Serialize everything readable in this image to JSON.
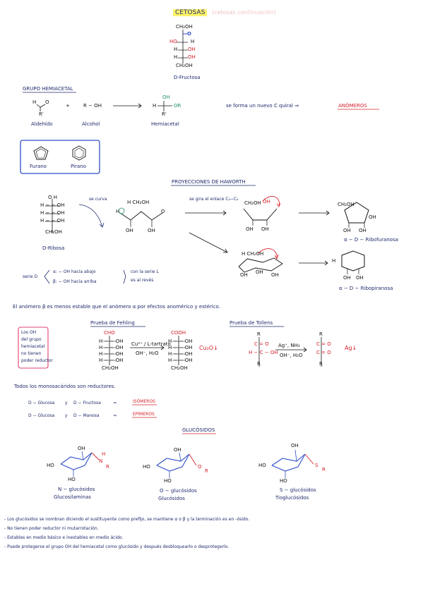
{
  "cetosas": {
    "title": "CETOSAS",
    "faded": "(cetosas continuación)",
    "top": "CH₂OH",
    "c2": "O",
    "r3_left": "HO",
    "r3_right": "H",
    "r4_left": "H",
    "r4_right": "OH",
    "r5_left": "H",
    "r5_right": "OH",
    "bottom": "CH₂OH",
    "name": "D-Fructosa"
  },
  "hemiacetal": {
    "title": "GRUPO HEMIACETAL",
    "aldehyde_h": "H",
    "aldehyde_o": "O",
    "aldehyde_r": "R'",
    "plus": "+",
    "alcohol": "R − OH",
    "product_oh": "OH",
    "product_h": "H",
    "product_or": "OR",
    "product_r": "R'",
    "label_aldehido": "Aldehído",
    "label_alcohol": "Alcohol",
    "label_hemiacetal": "Hemiacetal",
    "note": "se forma un nuevo C quiral ⇒",
    "note_term": "ANÓMEROS"
  },
  "rings": {
    "furano": "Furano",
    "pirano": "Pirano"
  },
  "haworth": {
    "title": "PROYECCIONES DE HAWORTH",
    "ribosa_name": "D-Ribosa",
    "ribosa_rows": [
      "O  H",
      "H − − OH",
      "H − − OH",
      "H − − OH",
      "CH₂OH"
    ],
    "curva_note": "se curva",
    "curved_top": "H  CH₂OH",
    "curved_h": "H",
    "curved_oh": "OH",
    "curved_o": "O",
    "gira_note": "se gira el enlace C₃−C₄",
    "furanosa_name": "α − D − Ribofuranosa",
    "piranosa_name": "α − D − Ribopiranosa",
    "mid1_ch": "CH₂OH",
    "mid2_ch": "H  CH₂OH",
    "ring_oh": "OH",
    "ring_h": "H"
  },
  "serie": {
    "label": "serie D",
    "alpha": "α: − OH hacia abajo",
    "beta": "β: − OH hacia arriba",
    "note1": "con la serie L",
    "note2": "es al revés"
  },
  "anomero_note": "El anómero β es menos estable que el anómero α por efectos anomérico y estérico.",
  "fehling": {
    "box_lines": [
      "Los OH",
      "del grupo",
      "hemiacetal",
      "no tienen",
      "poder reductor"
    ],
    "title": "Prueba de Fehling",
    "left_top": "CHO",
    "left_rows": [
      "H − − OH",
      "H − − OH",
      "H − − OH",
      "H − − OH"
    ],
    "left_bottom": "CH₂OH",
    "reagent": "Cu²⁺ / L-tartrato",
    "conditions": "OH⁻, H₂O",
    "right_top": "COOH",
    "right_rows": [
      "H − − OH",
      "H − − OH",
      "H − − OH",
      "H − − OH"
    ],
    "right_bottom": "CH₂OH",
    "product": "Cu₂O↓"
  },
  "tollens": {
    "title": "Prueba de Tollens",
    "left": [
      "R",
      "C = O",
      "H − C − OH",
      "R"
    ],
    "reagent": "Ag⁺, NH₃",
    "conditions": "OH⁻, H₂O",
    "right": [
      "R",
      "C = O",
      "C = O",
      "R"
    ],
    "product": "Ag↓"
  },
  "reductores_note": "Todos los monosacáridos son reductores.",
  "isomeros": {
    "l1a": "D − Glucosa",
    "l1b": "D − Fructosa",
    "l1arrow": "⇒",
    "l1term": "ISÓMEROS",
    "l2a": "D − Glucosa",
    "l2b": "D − Manosa",
    "l2arrow": "⇒",
    "l2term": "EPÍMEROS",
    "y": "y"
  },
  "glucosidos": {
    "title": "GLUCÓSIDOS",
    "n_label1": "N − glucósidos",
    "n_label2": "Glucosilaminas",
    "o_label1": "O − glucósidos",
    "o_label2": "Glucósidos",
    "s_label1": "S − glucósidos",
    "s_label2": "Tioglucósidos",
    "ho": "HO",
    "oh": "OH",
    "n": "N",
    "h": "H",
    "r": "R",
    "o": "O",
    "s": "S"
  },
  "bullets": [
    "- Los glucósidos se nombran diciendo el sustituyente como prefijo, se mantiene α o β y la terminación es en -ósido.",
    "- No tienen poder reductor ni mutarrotación.",
    "- Estables en medio básico e inestables en medio ácido.",
    "- Puede protegerse el grupo OH del hemiacetal como glucósido y después desbloquearlo o desprotegerlo."
  ],
  "colors": {
    "ink": "#1f2a6b",
    "red": "#d4202a",
    "green": "#1f8f6a",
    "highlight": "#fff36b",
    "box": "#2f4fc7"
  }
}
